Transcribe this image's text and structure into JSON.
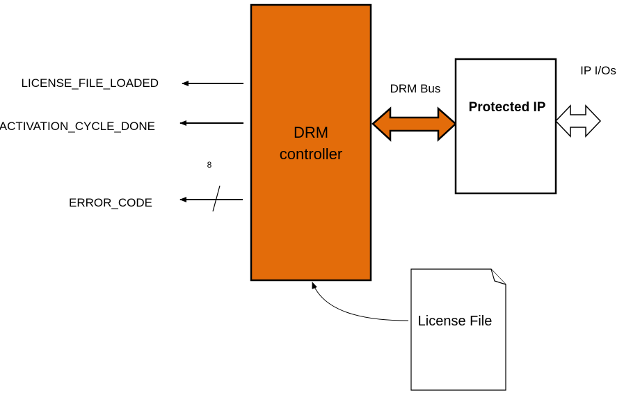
{
  "signals": {
    "license_file_loaded": "LICENSE_FILE_LOADED",
    "activation_cycle_done": "ACTIVATION_CYCLE_DONE",
    "error_code": "ERROR_CODE",
    "error_code_width": "8"
  },
  "drm_controller": {
    "line1": "DRM",
    "line2": "controller",
    "fill_color": "#E36C0A"
  },
  "drm_bus": {
    "label": "DRM Bus",
    "fill_color": "#E36C0A"
  },
  "protected_ip": {
    "label": "Protected IP"
  },
  "ip_ios": {
    "label": "IP I/Os"
  },
  "license_file": {
    "label": "License File"
  }
}
